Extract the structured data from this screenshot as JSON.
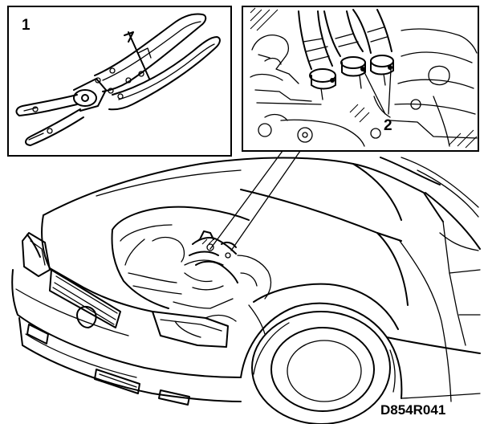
{
  "inset_tool": {
    "number_label": "1"
  },
  "inset_detail": {
    "number_label": "2"
  },
  "figure_code": "D854R041",
  "colors": {
    "ink": "#000000",
    "paper": "#ffffff"
  }
}
